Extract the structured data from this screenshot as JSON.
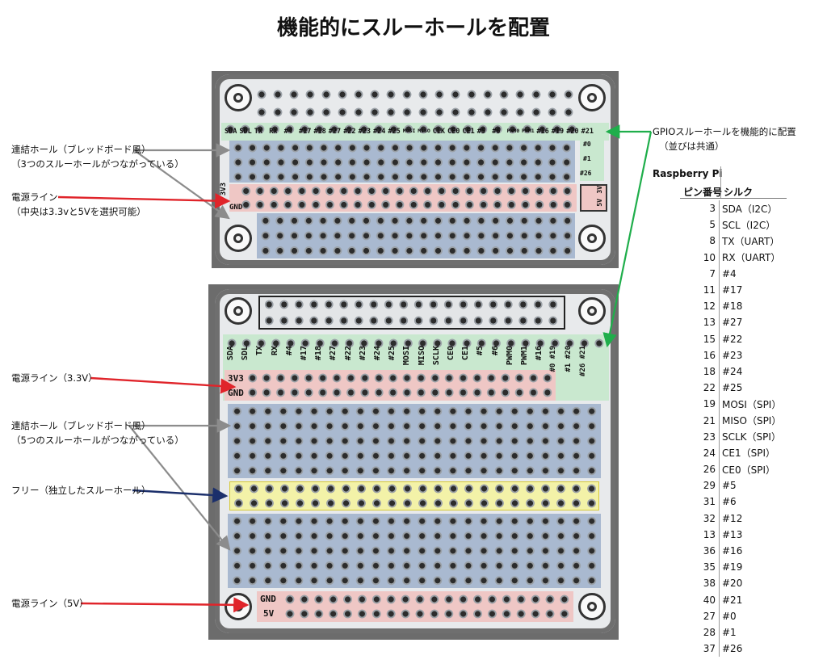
{
  "title": "機能的にスルーホールを配置",
  "board_top": {
    "pin_labels": [
      "SDA",
      "SDL",
      "TX",
      "RX",
      "#4",
      "#17",
      "#18",
      "#27",
      "#22",
      "#23",
      "#24",
      "#25",
      "MOSI",
      "MISO",
      "CLK",
      "CE0",
      "CE1",
      "#5",
      "#6",
      "PWM0",
      "PWM1",
      "#16",
      "#19",
      "#20",
      "#21"
    ],
    "side_labels": [
      "#0",
      "#1",
      "#26"
    ],
    "rail_labels": [
      "3V3",
      "GND"
    ],
    "rail_right_labels": [
      "3V",
      "5V"
    ]
  },
  "board_bottom": {
    "pin_labels": [
      "SDA",
      "SDL",
      "TX",
      "RX",
      "#4",
      "#17",
      "#18",
      "#27",
      "#22",
      "#23",
      "#24",
      "#25",
      "MOSI",
      "MISO",
      "SCLK",
      "CE0",
      "CE1",
      "#5",
      "#6",
      "PWM0",
      "PWM1",
      "#16",
      "#0 #19",
      "#1 #20",
      "#26 #21"
    ],
    "rail_top": [
      "3V3",
      "GND"
    ],
    "rail_bottom": [
      "GND",
      "5V"
    ]
  },
  "callouts": {
    "top_bus_1": "連結ホール（ブレッドボード風）",
    "top_bus_2": "（3つのスルーホールがつながっている）",
    "top_power_1": "電源ライン",
    "top_power_2": "（中央は3.3vと5Vを選択可能）",
    "gpio_1": "GPIOスルーホールを機能的に配置",
    "gpio_2": "（並びは共通）",
    "bot_power33": "電源ライン（3.3V）",
    "bot_bus_1": "連結ホール（ブレッドボード風）",
    "bot_bus_2": "（5つのスルーホールがつながっている）",
    "bot_free": "フリー（独立したスルーホール）",
    "bot_power5": "電源ライン（5V）"
  },
  "colors": {
    "red": "#e0242a",
    "gray": "#8c8c8c",
    "green": "#1fae4b",
    "navy": "#1b2f6b",
    "gpio_zone": "#c9e8cf",
    "bus_zone": "#a9b9d0",
    "power_zone": "#efc7c5",
    "free_zone": "#f3f2a8"
  },
  "table": {
    "header_1": "Raspberry Pi",
    "col_pin": "ピン番号",
    "col_silk": "シルク",
    "rows": [
      {
        "pin": "3",
        "silk": "SDA（I2C）"
      },
      {
        "pin": "5",
        "silk": "SCL（I2C）"
      },
      {
        "pin": "8",
        "silk": "TX（UART）"
      },
      {
        "pin": "10",
        "silk": "RX（UART）"
      },
      {
        "pin": "7",
        "silk": "#4"
      },
      {
        "pin": "11",
        "silk": "#17"
      },
      {
        "pin": "12",
        "silk": "#18"
      },
      {
        "pin": "13",
        "silk": "#27"
      },
      {
        "pin": "15",
        "silk": "#22"
      },
      {
        "pin": "16",
        "silk": "#23"
      },
      {
        "pin": "18",
        "silk": "#24"
      },
      {
        "pin": "22",
        "silk": "#25"
      },
      {
        "pin": "19",
        "silk": "MOSI（SPI）"
      },
      {
        "pin": "21",
        "silk": "MISO（SPI）"
      },
      {
        "pin": "23",
        "silk": "SCLK（SPI）"
      },
      {
        "pin": "24",
        "silk": "CE1（SPI）"
      },
      {
        "pin": "26",
        "silk": "CE0（SPI）"
      },
      {
        "pin": "29",
        "silk": "#5"
      },
      {
        "pin": "31",
        "silk": "#6"
      },
      {
        "pin": "32",
        "silk": "#12"
      },
      {
        "pin": "13",
        "silk": "#13"
      },
      {
        "pin": "36",
        "silk": "#16"
      },
      {
        "pin": "35",
        "silk": "#19"
      },
      {
        "pin": "38",
        "silk": "#20"
      },
      {
        "pin": "40",
        "silk": "#21"
      },
      {
        "pin": "27",
        "silk": "#0"
      },
      {
        "pin": "28",
        "silk": "#1"
      },
      {
        "pin": "37",
        "silk": "#26"
      }
    ]
  }
}
